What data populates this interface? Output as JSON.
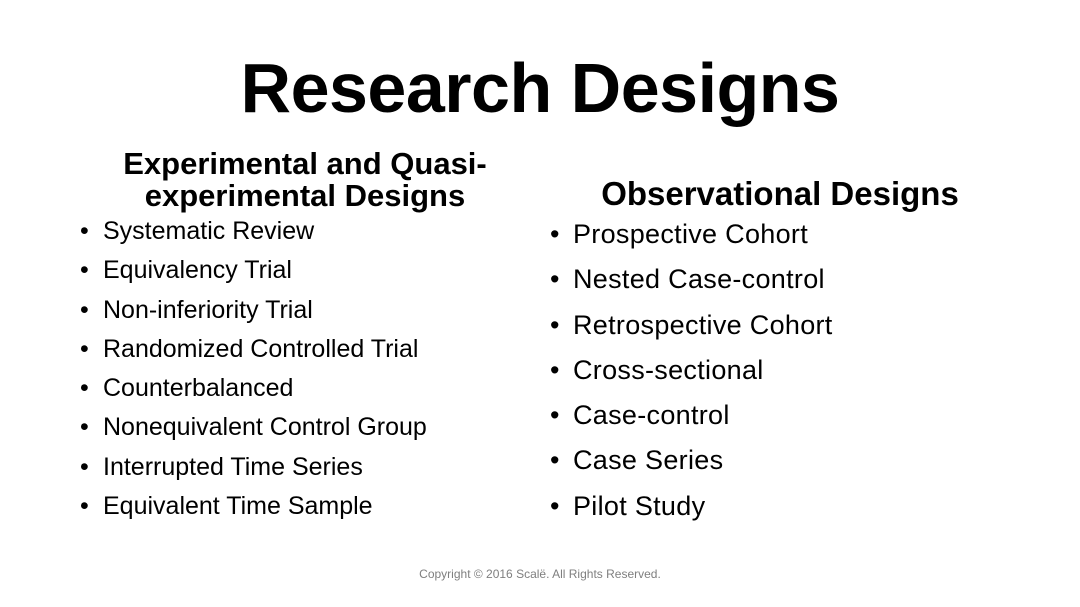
{
  "slide": {
    "title": "Research Designs",
    "left": {
      "heading": "Experimental and Quasi-experimental Designs",
      "items": [
        "Systematic Review",
        "Equivalency Trial",
        "Non-inferiority Trial",
        "Randomized Controlled Trial",
        "Counterbalanced",
        "Nonequivalent Control Group",
        "Interrupted Time Series",
        "Equivalent Time Sample"
      ]
    },
    "right": {
      "heading": "Observational Designs",
      "items": [
        "Prospective Cohort",
        "Nested Case-control",
        "Retrospective Cohort",
        "Cross-sectional",
        "Case-control",
        "Case Series",
        "Pilot Study"
      ]
    },
    "bullet_glyph": "•",
    "copyright": "Copyright © 2016 Scalë. All Rights Reserved."
  }
}
